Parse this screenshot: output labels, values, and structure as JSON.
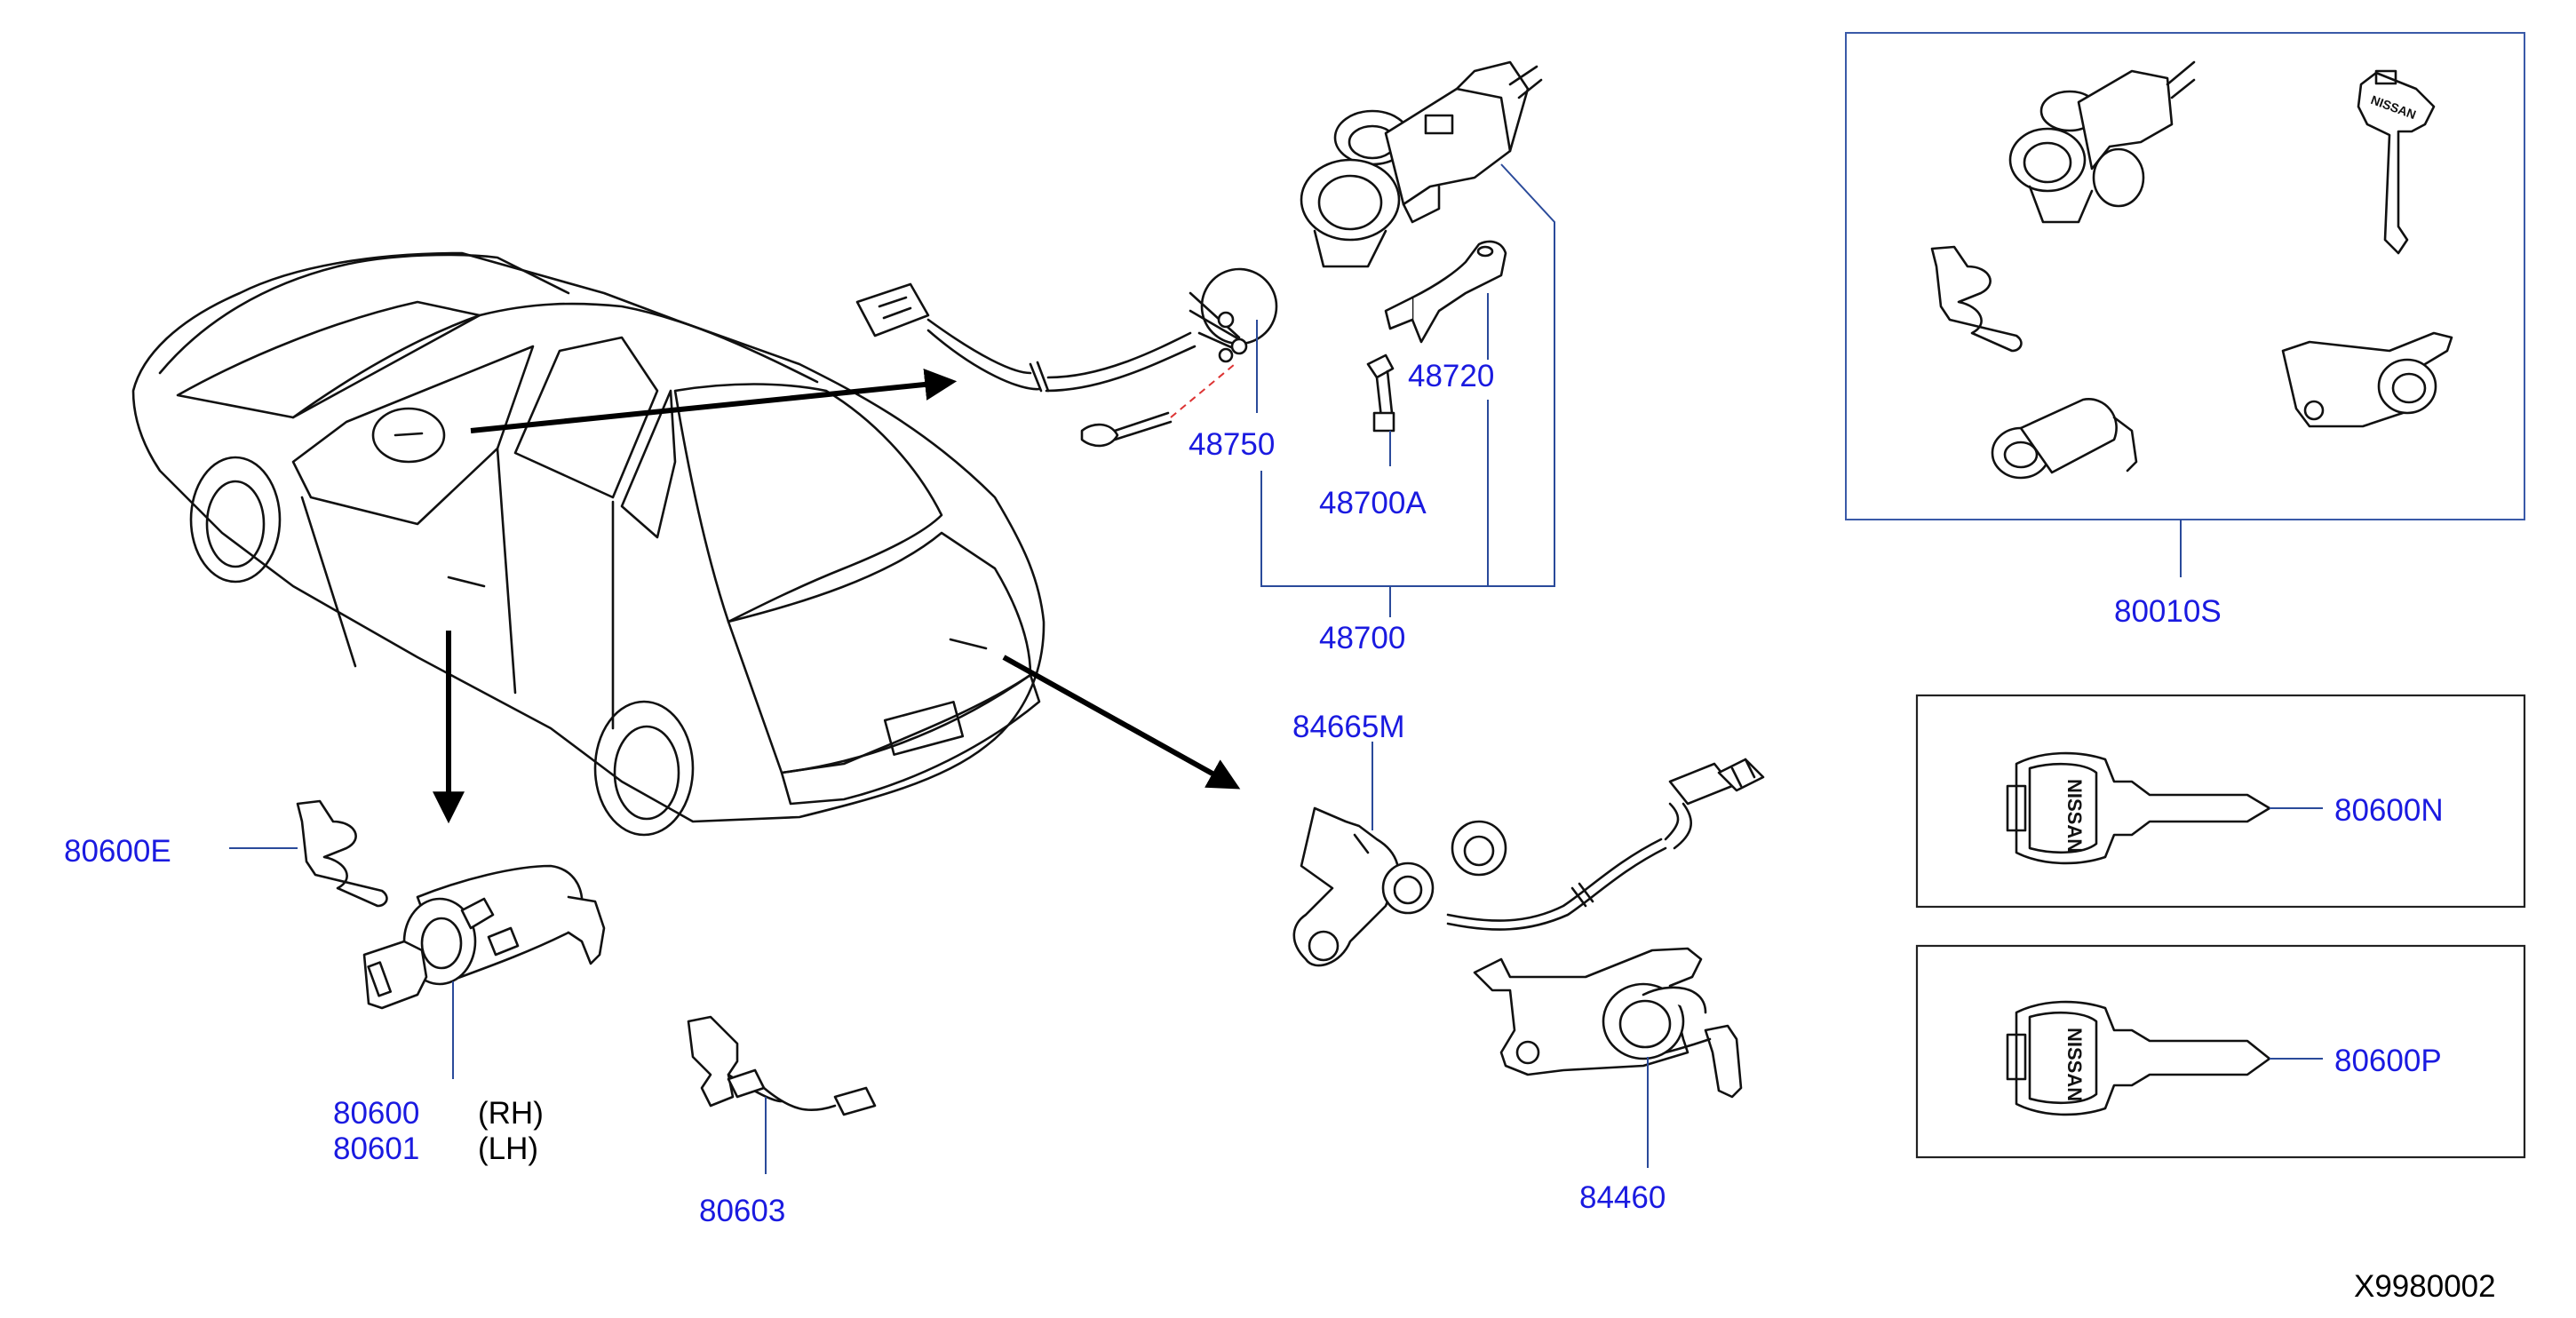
{
  "diagram": {
    "parts": {
      "p48750": "48750",
      "p48720": "48720",
      "p48700A": "48700A",
      "p48700": "48700",
      "p80010S": "80010S",
      "p84665M": "84665M",
      "p80600E": "80600E",
      "p80600": "80600",
      "p80601": "80601",
      "p80603": "80603",
      "p84460": "84460",
      "p80600N": "80600N",
      "p80600P": "80600P"
    },
    "sides": {
      "rh": "(RH)",
      "lh": "(LH)"
    },
    "key_brand": "NISSAN",
    "reference_code": "X9980002"
  },
  "colors": {
    "label_blue": "#1a1ae0",
    "leader_blue": "#2a4a9a",
    "line_black": "#111111"
  }
}
